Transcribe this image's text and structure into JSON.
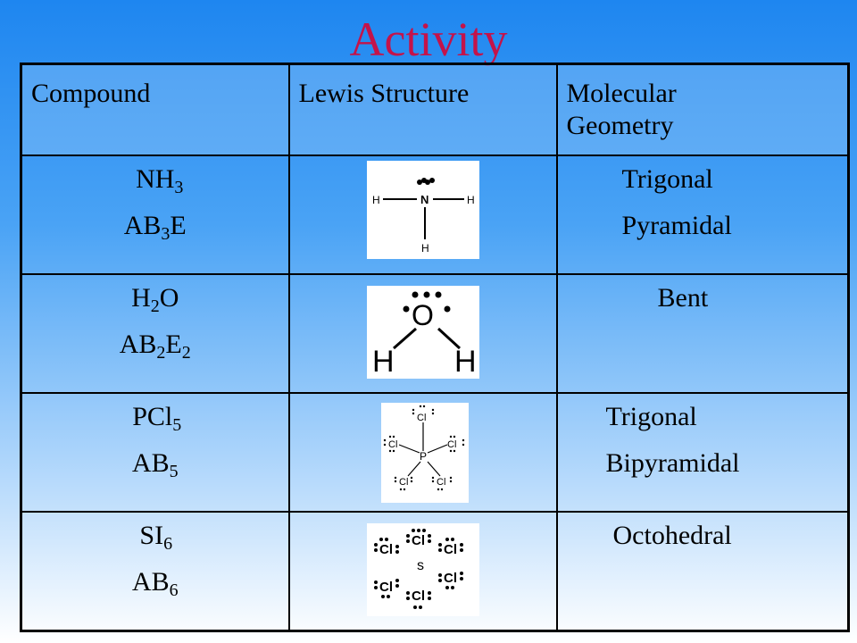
{
  "title": "Activity",
  "table": {
    "headers": [
      "Compound",
      "Lewis Structure",
      "Molecular Geometry"
    ],
    "rows": [
      {
        "formula_main": "NH",
        "formula_main_sub": "3",
        "class": "AB",
        "class_sub": "3",
        "class_tail": "E",
        "geometry": [
          "Trigonal",
          "Pyramidal"
        ]
      },
      {
        "formula_main": "H",
        "formula_main_sub": "2",
        "formula_main_tail": "O",
        "class": "AB",
        "class_sub": "2",
        "class_tail": "E",
        "class_tail_sub": "2",
        "geometry": [
          "Bent"
        ]
      },
      {
        "formula_main": "PCl",
        "formula_main_sub": "5",
        "class": "AB",
        "class_sub": "5",
        "geometry": [
          "Trigonal",
          "Bipyramidal"
        ]
      },
      {
        "formula_main": "SI",
        "formula_main_sub": "6",
        "class": "AB",
        "class_sub": "6",
        "geometry": [
          "Octohedral"
        ]
      }
    ]
  },
  "structures": {
    "nh3": {
      "center": "N",
      "ligand": "H"
    },
    "h2o": {
      "center": "O",
      "ligand": "H"
    },
    "pcl5": {
      "center": "P",
      "ligand": "Cl"
    },
    "si6": {
      "center": "s",
      "ligand": "Cl"
    }
  }
}
